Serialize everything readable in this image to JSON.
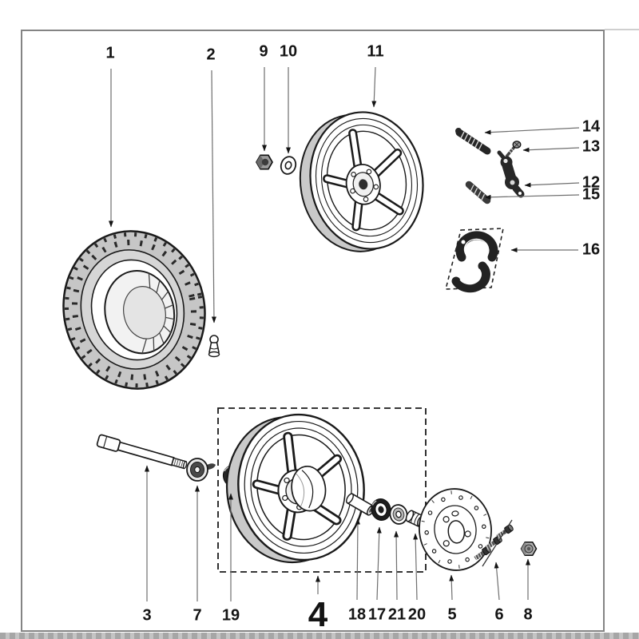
{
  "figure": {
    "type": "exploded-parts-diagram",
    "subject": "wheel assembly exploded view",
    "callouts": {
      "c1": "1",
      "c2": "2",
      "c3": "3",
      "c4": "4",
      "c5": "5",
      "c6": "6",
      "c7": "7",
      "c8": "8",
      "c9": "9",
      "c10": "10",
      "c11": "11",
      "c12": "12",
      "c13": "13",
      "c14": "14",
      "c15": "15",
      "c16": "16",
      "c17": "17",
      "c18": "18",
      "c19": "19",
      "c20": "20",
      "c21": "21"
    },
    "label_order": {
      "top": [
        "1",
        "2",
        "9",
        "10",
        "11"
      ],
      "right": [
        "14",
        "13",
        "12",
        "15",
        "16"
      ],
      "bottom": [
        "3",
        "7",
        "19",
        "4",
        "18",
        "17",
        "21",
        "20",
        "5",
        "6",
        "8"
      ]
    },
    "colors": {
      "background": "#ffffff",
      "frame": "#848484",
      "ink": "#1a1a1a",
      "shading": "#c8c8c8"
    }
  }
}
